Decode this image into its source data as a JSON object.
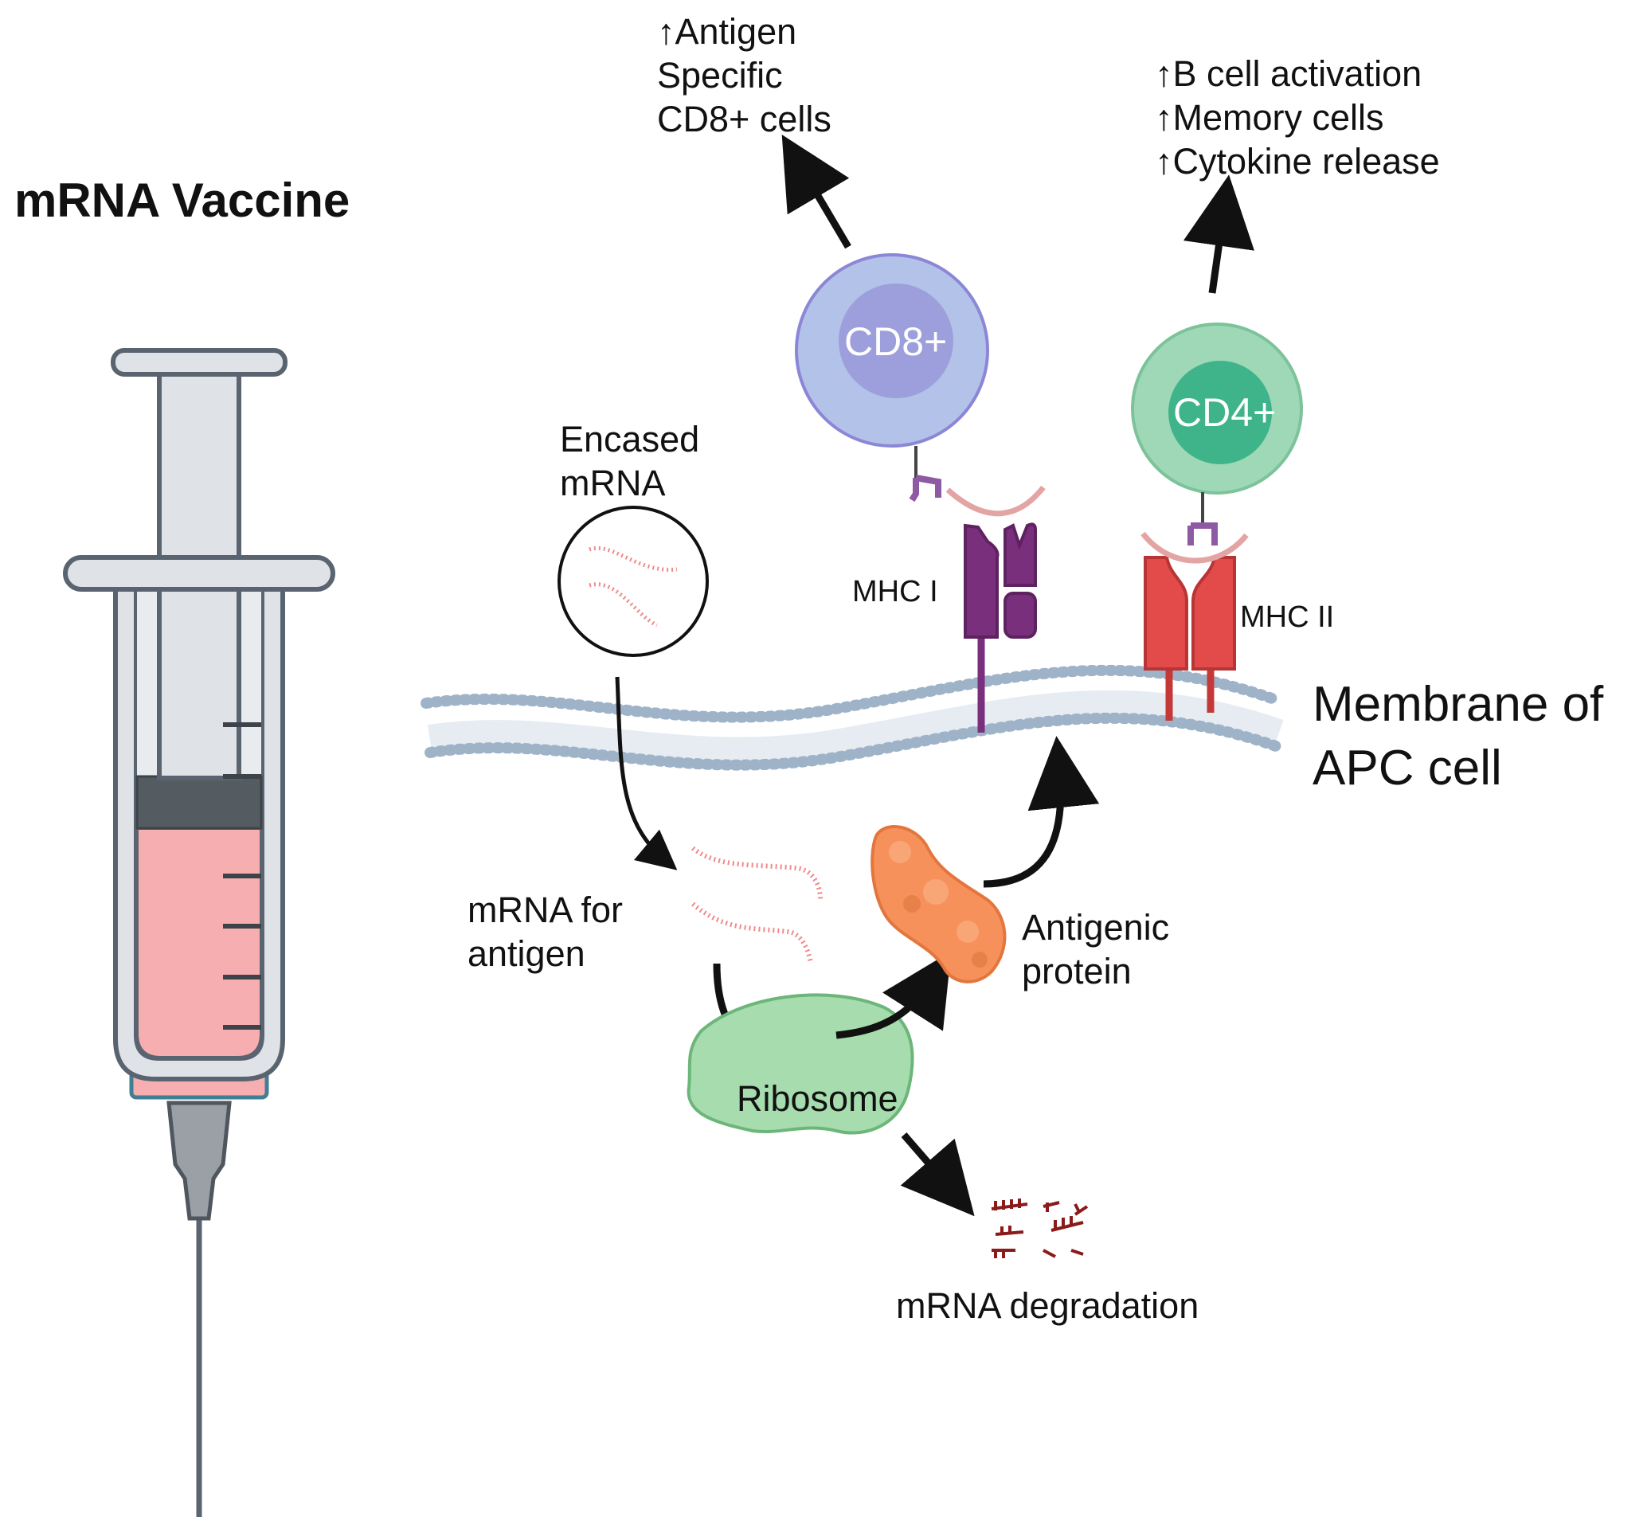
{
  "title": "mRNA Vaccine",
  "labels": {
    "encased": [
      "Encased",
      "mRNA"
    ],
    "mrna_for_antigen": [
      "mRNA for",
      "antigen"
    ],
    "antigenic_protein": [
      "Antigenic",
      "protein"
    ],
    "ribosome": "Ribosome",
    "degradation": "mRNA degradation",
    "membrane": [
      "Membrane of",
      "APC cell"
    ],
    "mhc1": "MHC I",
    "mhc2": "MHC II",
    "cd8": "CD8+",
    "cd4": "CD4+",
    "cd8_effect": [
      "↑Antigen",
      "Specific",
      "CD8+ cells"
    ],
    "cd4_effect": [
      "↑B cell activation",
      "↑Memory cells",
      "↑Cytokine release"
    ]
  },
  "colors": {
    "syringe_outline": "#5a6470",
    "syringe_body": "#dfe3e7",
    "liquid": "#f7aeb0",
    "plunger_seal": "#545b61",
    "cd8_outer": "#b3c2e8",
    "cd8_inner": "#9d9fdc",
    "cd4_outer": "#9fd8b6",
    "cd4_inner": "#3fb48a",
    "mhc1": "#7a2f7d",
    "mhc2": "#e34a4a",
    "ribosome": "#a6dcae",
    "protein": "#f7915c",
    "membrane_heads": "#9fb3c8",
    "mrna": "#f08a8a",
    "degraded_mrna": "#8b1a1a"
  }
}
